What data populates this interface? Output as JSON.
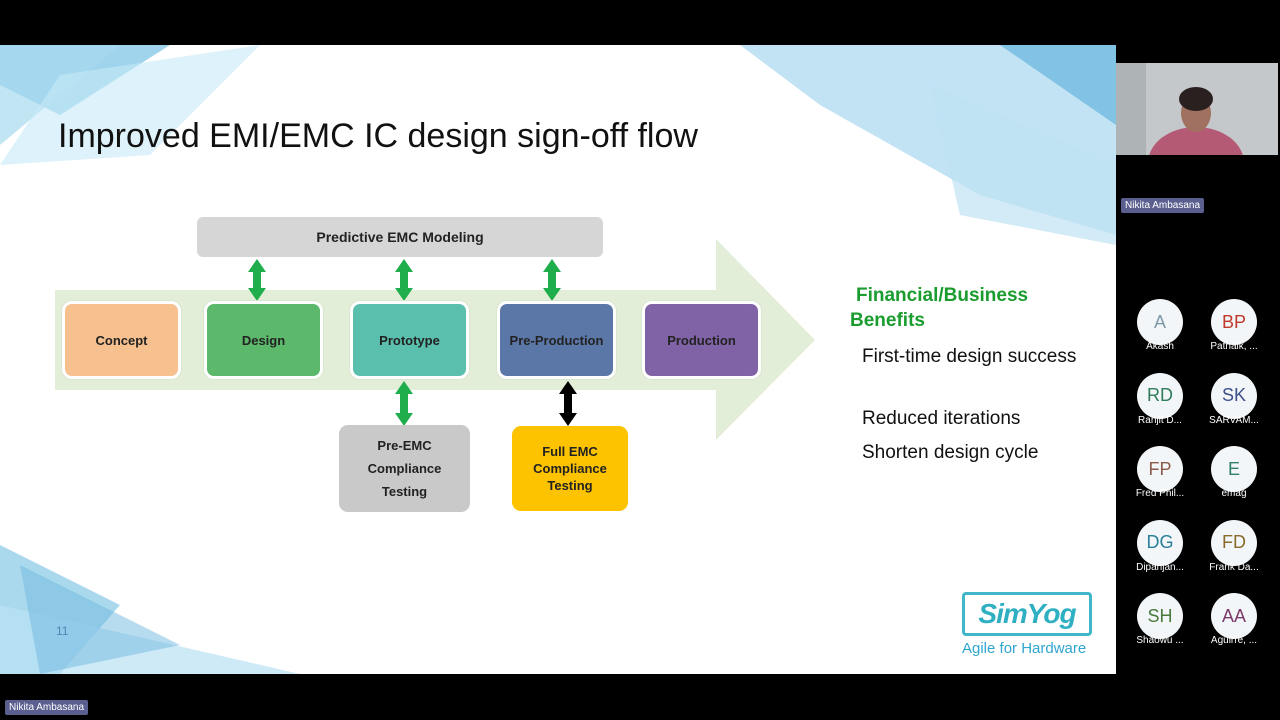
{
  "slide": {
    "title": "Improved EMI/EMC IC design sign-off flow",
    "modeling": "Predictive EMC Modeling",
    "stages": [
      {
        "label": "Concept",
        "color": "#f6c08f"
      },
      {
        "label": "Design",
        "color": "#5cb86b"
      },
      {
        "label": "Prototype",
        "color": "#5bbfae"
      },
      {
        "label": "Pre-Production",
        "color": "#5b77a8"
      },
      {
        "label": "Production",
        "color": "#8063a6"
      }
    ],
    "pre_emc": [
      "Pre-EMC",
      "Compliance",
      "Testing"
    ],
    "full_emc": [
      "Full EMC",
      "Compliance",
      "Testing"
    ],
    "benefits_title": "Financial/Business Benefits",
    "benefits": [
      "First-time design success",
      "Reduced iterations",
      "Shorten design cycle"
    ],
    "page_number": "11",
    "logo": "SimYog",
    "logo_tagline": "Agile for Hardware"
  },
  "speaker": {
    "name": "Nikita Ambasana"
  },
  "presenter_tag": "Nikita Ambasana",
  "participants": [
    {
      "initials": "A",
      "name": "Akash",
      "color": "#7d9aa8"
    },
    {
      "initials": "BP",
      "name": "Patnaik, ...",
      "color": "#c0392b"
    },
    {
      "initials": "RD",
      "name": "Ranjit D...",
      "color": "#2e7d5b"
    },
    {
      "initials": "SK",
      "name": "SARVAM...",
      "color": "#3d4f8a"
    },
    {
      "initials": "FP",
      "name": "Fred Phil...",
      "color": "#8a5a4a"
    },
    {
      "initials": "E",
      "name": "emag",
      "color": "#2f7d6a"
    },
    {
      "initials": "DG",
      "name": "Dipanjan...",
      "color": "#2a7f9a"
    },
    {
      "initials": "FD",
      "name": "Frank Da...",
      "color": "#8a6a2a"
    },
    {
      "initials": "SH",
      "name": "Shaowu ...",
      "color": "#4a7a3a"
    },
    {
      "initials": "AA",
      "name": "Aguirre, ...",
      "color": "#7a3a6a"
    }
  ]
}
